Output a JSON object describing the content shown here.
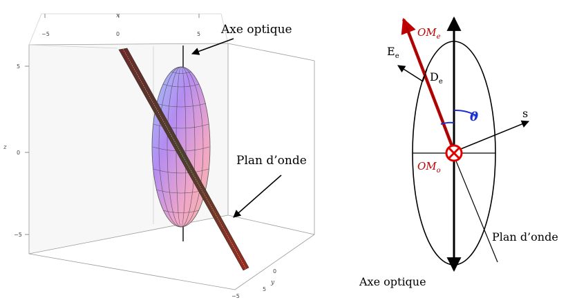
{
  "left_panel": {
    "callout_axis": "Axe optique",
    "callout_plane": "Plan d’onde",
    "axis_names": {
      "x": "x",
      "y": "y",
      "z": "z"
    },
    "x_ticks": [
      "−5",
      "0",
      "5"
    ],
    "z_ticks": [
      "5",
      "0",
      "−5"
    ],
    "y_ticks": [
      "0",
      "5"
    ],
    "y_tick_partial": "−5"
  },
  "right_panel": {
    "label_OMe_main": "OM",
    "label_OMe_sub": "e",
    "label_Ee_main": "E",
    "label_Ee_sub": "e",
    "label_De_main": "D",
    "label_De_sub": "e",
    "label_theta": "θ",
    "label_s": "s",
    "label_OMo_main": "OM",
    "label_OMo_sub": "o",
    "label_plane": "Plan d’onde",
    "label_axis": "Axe optique"
  },
  "colors": {
    "ellipsoid_top": "#a8c8f4",
    "ellipsoid_mid": "#c08af0",
    "ellipsoid_bottom": "#f4a6b2",
    "plane_red": "#c00000",
    "theta_blue": "#1a2fd0"
  }
}
